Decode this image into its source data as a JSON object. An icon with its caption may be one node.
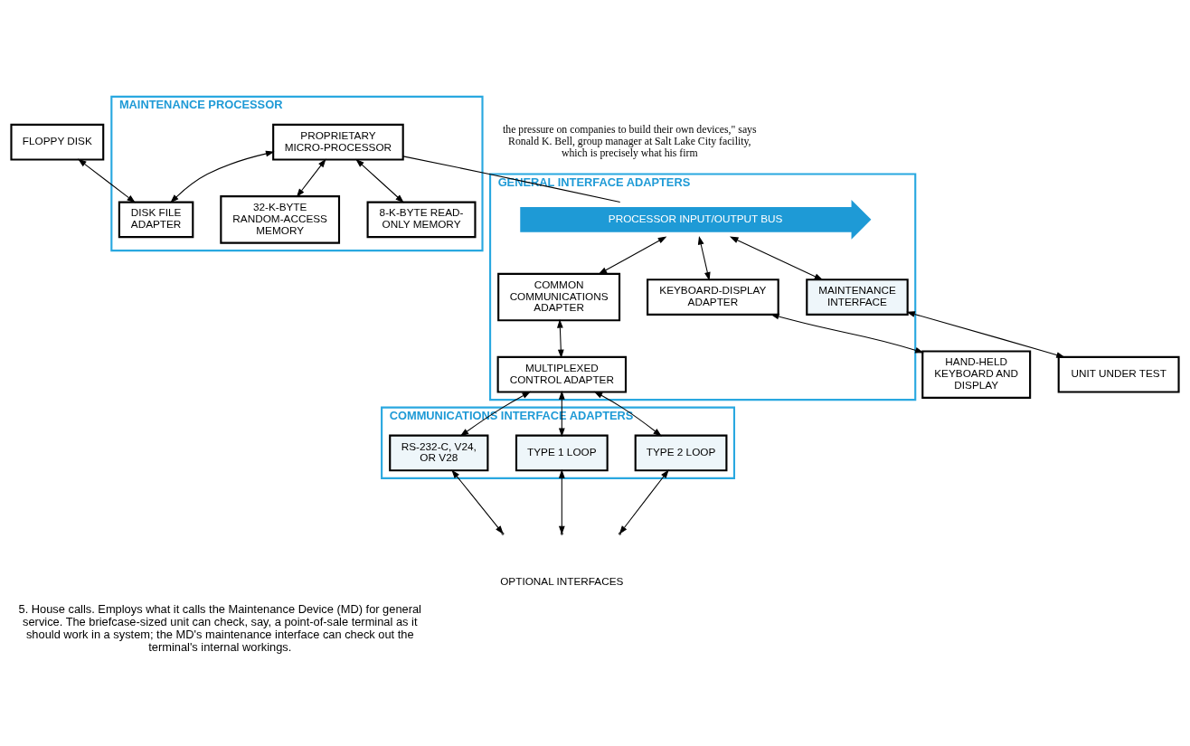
{
  "diagram": {
    "caption": "5. House calls. Employs what it calls the Maintenance Device (MD) for general service. The briefcase-sized unit can check, say, a point-of-sale terminal as it should work in a system; the MD's maintenance interface can check out the terminal's internal workings.",
    "nodes": [
      {
        "text": [
          "FLOPPY DISK"
        ]
      },
      {
        "text": [
          "MAINTENANCE PROCESSOR"
        ]
      },
      {
        "text": [
          "DISK FILE ADAPTER"
        ],
        "in": 1
      },
      {
        "text": [
          "32-K-BYTE RANDOM-ACCESS MEMORY"
        ],
        "in": 1
      },
      {
        "text": [
          "8-K-BYTE READ-ONLY MEMORY"
        ],
        "in": 1
      },
      {
        "text": [
          "PROPRIETARY MICRO-PROCESSOR"
        ],
        "in": 1
      },
      {
        "text": [
          "GENERAL INTERFACE ADAPTERS"
        ]
      },
      {
        "text": [
          "PROCESSOR INPUT/OUTPUT BUS"
        ],
        "in": 6
      },
      {
        "text": [
          "KEYBOARD-DISPLAY ADAPTER"
        ],
        "in": 6
      },
      {
        "text": [
          "MAINTENANCE INTERFACE"
        ],
        "in": 6
      },
      {
        "text": [
          "COMMON COMMUNICATIONS ADAPTER"
        ],
        "in": 6
      },
      {
        "text": [
          "MULTIPLEXED CONTROL ADAPTER"
        ],
        "in": 6
      },
      {
        "text": [
          "HAND-HELD KEYBOARD AND DISPLAY"
        ]
      },
      {
        "text": [
          "UNIT UNDER TEST"
        ]
      },
      {
        "text": [
          "COMMUNICATIONS INTERFACE ADAPTERS"
        ]
      },
      {
        "text": [
          "RS-232-C, V24, OR V28"
        ],
        "in": 14
      },
      {
        "text": [
          "TYPE 1 LOOP"
        ],
        "in": 14
      },
      {
        "text": [
          "TYPE 2 LOOP"
        ],
        "in": 14
      }
    ],
    "edges": [
      {
        "from": 0,
        "to": 2,
        "arrow": "both"
      },
      {
        "from": 5,
        "to": 2,
        "arrow": "both"
      },
      {
        "from": 5,
        "to": 3,
        "arrow": "both"
      },
      {
        "from": 5,
        "to": 4,
        "arrow": "both"
      },
      {
        "from": 5,
        "to": 7,
        "arrow": "none"
      },
      {
        "from": 7,
        "to": 8,
        "arrow": "both"
      },
      {
        "from": 7,
        "to": 9,
        "arrow": "both"
      },
      {
        "from": 7,
        "to": 10,
        "arrow": "both"
      },
      {
        "from": 8,
        "to": 12,
        "arrow": "both"
      },
      {
        "from": 10,
        "to": 11,
        "arrow": "both"
      },
      {
        "from": 9,
        "to": 13,
        "arrow": "both"
      },
      {
        "from": 11,
        "to": 15,
        "arrow": "both"
      },
      {
        "from": 11,
        "to": 16,
        "arrow": "both"
      },
      {
        "from": 11,
        "to": 17,
        "arrow": "both"
      },
      {
        "from": 15,
        "to": null,
        "arrow": "both"
      },
      {
        "from": 16,
        "to": null,
        "arrow": "both"
      },
      {
        "from": 17,
        "to": null,
        "arrow": "both"
      }
    ],
    "labels": [
      "OPTIONAL INTERFACES",
      "the pressure on companies to build their own devices,\" says Ronald K. Bell, group manager at Salt Lake City facility, which is precisely what his firm"
    ]
  }
}
